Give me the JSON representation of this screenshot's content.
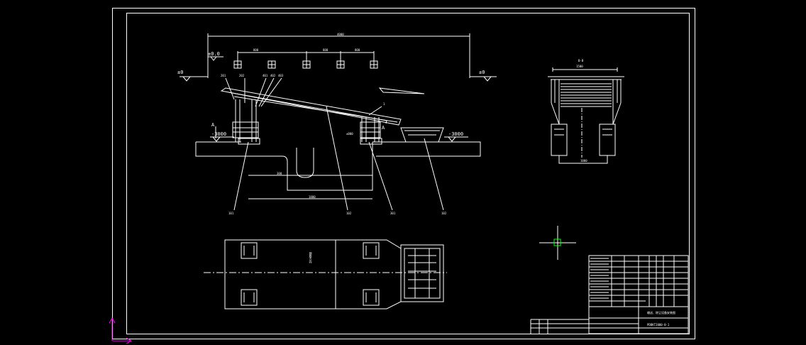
{
  "drawing": {
    "side_view": {
      "level_top_left": "±0",
      "level_top_right": "±0",
      "level_top_inner": "±0.0",
      "level_bottom_left": "-3000",
      "level_bottom_right": "-3000",
      "level_mid": "±800",
      "part_labels_top": [
        "201",
        "202",
        "401",
        "402",
        "403"
      ],
      "part_label_conveyor": "1",
      "section_mark_left": "A",
      "section_mark_right": "A",
      "part_labels_bottom": [
        "101",
        "102",
        "301",
        "102"
      ]
    },
    "section_view": {
      "title": "B-B"
    },
    "plan_view": {
      "vertical_note": "钢筋方向"
    }
  },
  "title_block": {
    "title": "输送、除尘设备安装图",
    "drawing_number": "PDBKT2000-0-1"
  },
  "colors": {
    "background": "#000000",
    "lines": "#ffffff",
    "cursor": "#00ff00",
    "ucs": "#ff00ff"
  }
}
